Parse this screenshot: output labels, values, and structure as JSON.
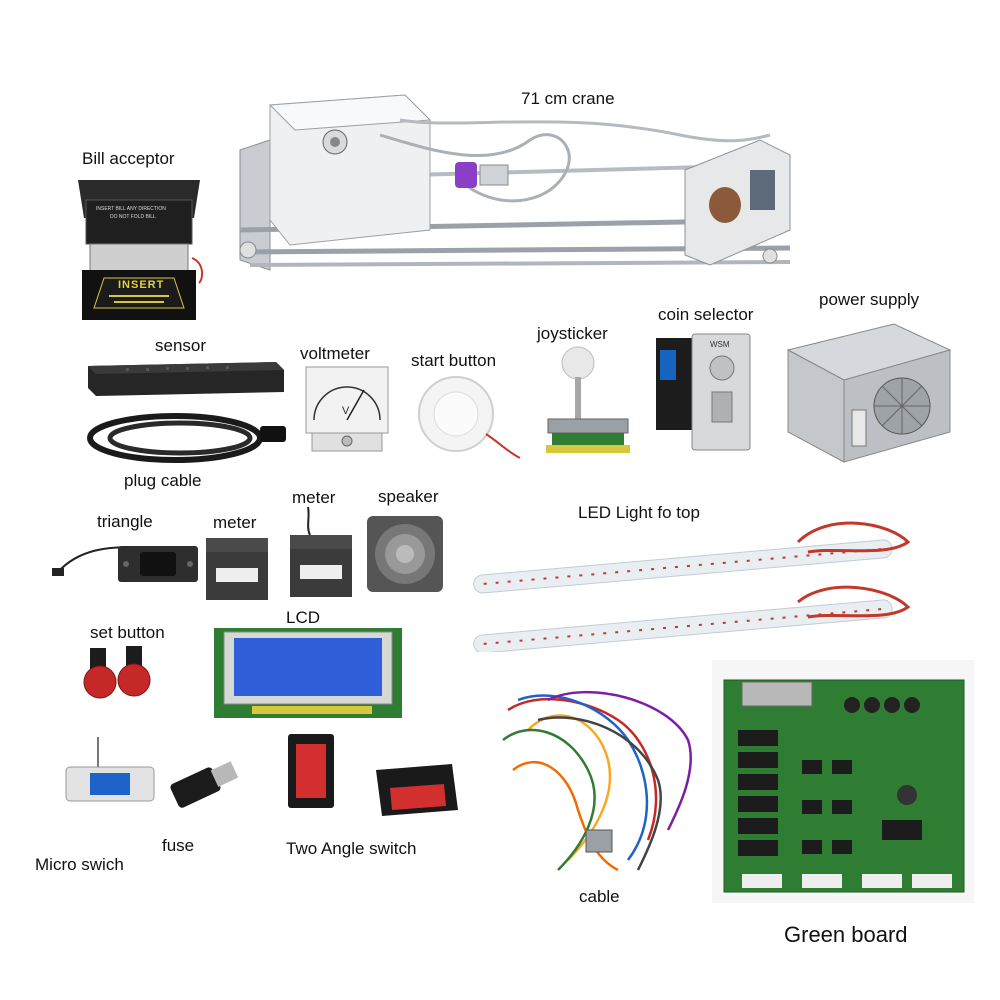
{
  "labels": {
    "crane": "71 cm crane",
    "bill_acceptor": "Bill acceptor",
    "sensor": "sensor",
    "voltmeter": "voltmeter",
    "start_button": "start button",
    "joysticker": "joysticker",
    "coin_selector": "coin selector",
    "power_supply": "power supply",
    "plug_cable": "plug cable",
    "meter_right": "meter",
    "speaker": "speaker",
    "triangle": "triangle",
    "meter_left": "meter",
    "led_light": "LED Light fo  top",
    "lcd": "LCD",
    "set_button": "set button",
    "fuse": "fuse",
    "two_angle_switch": "Two Angle switch",
    "micro_switch": "Micro swich",
    "cable": "cable",
    "green_board": "Green board"
  },
  "printed": {
    "bill_face": "INSERT BILL ANY DIRECTION",
    "bill_face2": "DO NOT FOLD BILL",
    "bill_insert": "INSERT",
    "voltmeter_unit": "V",
    "coin_mark": "WSM"
  }
}
